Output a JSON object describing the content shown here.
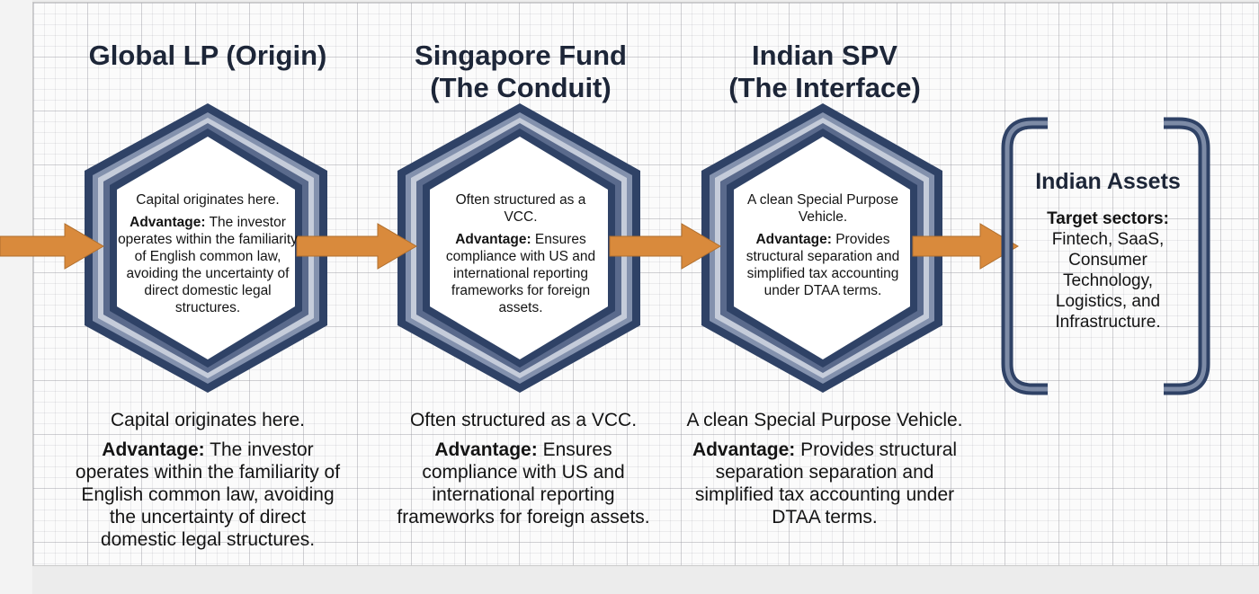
{
  "nodes": [
    {
      "title_line1": "Global LP (Origin)",
      "title_line2": "",
      "hex_caption": "Capital originates here.",
      "hex_adv_label": "Advantage:",
      "hex_adv_text": "The investor operates within the familiarity of English common law, avoiding the uncertainty of direct domestic legal structures.",
      "below_caption": "Capital originates here.",
      "below_adv_label": "Advantage:",
      "below_adv_text": "The investor operates within the familiarity of English common law, avoiding the uncertainty of direct domestic legal structures."
    },
    {
      "title_line1": "Singapore Fund",
      "title_line2": "(The Conduit)",
      "hex_caption": "Often structured as a VCC.",
      "hex_adv_label": "Advantage:",
      "hex_adv_text": "Ensures compliance with US and international reporting frameworks for foreign assets.",
      "below_caption": "Often structured as a VCC.",
      "below_adv_label": "Advantage:",
      "below_adv_text": "Ensures compliance with US and international reporting frameworks for foreign assets."
    },
    {
      "title_line1": "Indian SPV",
      "title_line2": "(The Interface)",
      "hex_caption": "A clean Special Purpose Vehicle.",
      "hex_adv_label": "Advantage:",
      "hex_adv_text": "Provides structural separation and simplified tax accounting under DTAA terms.",
      "below_caption": "A clean Special Purpose Vehicle.",
      "below_adv_label": "Advantage:",
      "below_adv_text": "Provides structural separation separation and simplified tax accounting under DTAA terms."
    }
  ],
  "assets": {
    "title": "Indian Assets",
    "label": "Target sectors:",
    "text": "Fintech, SaaS, Consumer Technology, Logistics, and Infrastructure."
  },
  "colors": {
    "hex_dark": "#2f4266",
    "hex_mid": "#6f7f9c",
    "hex_light": "#b5bfcf",
    "arrow": "#d98a3c",
    "arrow_edge": "#b06f2e",
    "text": "#141414"
  },
  "icons": {
    "flow_arrow": "right-arrow-icon",
    "bracket_left": "left-bracket-icon",
    "bracket_right": "right-bracket-icon"
  }
}
